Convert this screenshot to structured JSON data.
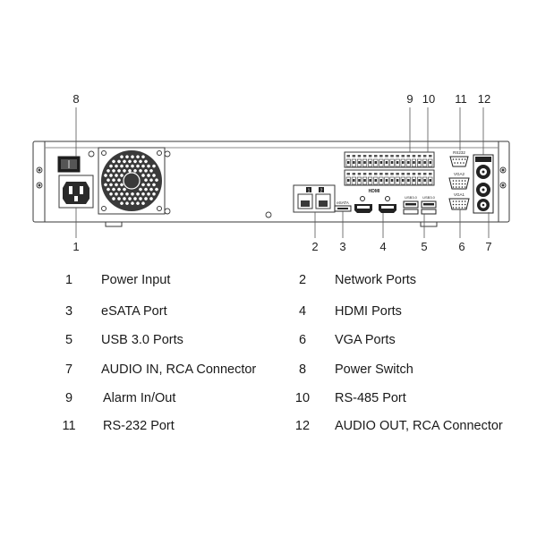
{
  "callouts_top": [
    "8",
    "9",
    "10",
    "11",
    "12"
  ],
  "callouts_bottom": [
    "1",
    "2",
    "3",
    "4",
    "5",
    "6",
    "7"
  ],
  "panel_labels": {
    "rs232": "RS232",
    "vga2": "VGA2",
    "vga1": "VGA1",
    "esata": "eSATA",
    "usb_a": "USB3.0",
    "usb_b": "USB3.0",
    "hdmi": "HDMI",
    "lan1": "1",
    "lan2": "2"
  },
  "legend": {
    "left": [
      {
        "num": "1",
        "label": "Power Input"
      },
      {
        "num": "3",
        "label": "eSATA Port"
      },
      {
        "num": "5",
        "label": "USB 3.0 Ports"
      },
      {
        "num": "7",
        "label": "AUDIO IN, RCA Connector"
      },
      {
        "num": "9",
        "label": "Alarm In/Out"
      },
      {
        "num": "11",
        "label": "RS-232 Port"
      }
    ],
    "right": [
      {
        "num": "2",
        "label": "Network Ports"
      },
      {
        "num": "4",
        "label": "HDMI Ports"
      },
      {
        "num": "6",
        "label": "VGA Ports"
      },
      {
        "num": "8",
        "label": "Power Switch"
      },
      {
        "num": "10",
        "label": "RS-485 Port"
      },
      {
        "num": "12",
        "label": "AUDIO OUT, RCA Connector"
      }
    ]
  },
  "colors": {
    "line": "#3a3a3a",
    "panel": "#ffffff",
    "dark": "#2a2a2a"
  }
}
